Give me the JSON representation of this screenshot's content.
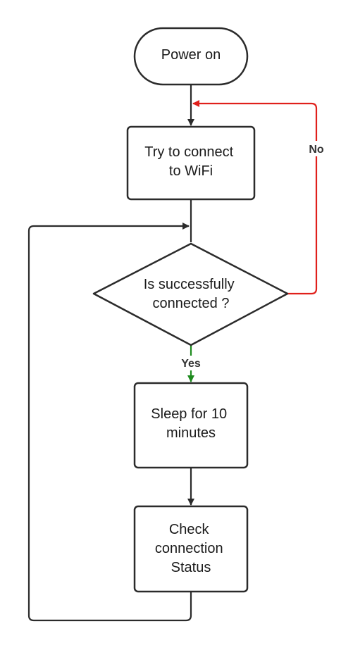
{
  "colors": {
    "stroke": "#2b2b2b",
    "no_edge": "#e0201b",
    "yes_edge": "#1e8a1e",
    "node_fill": "#ffffff",
    "text": "#1a1a1a"
  },
  "nodes": {
    "start": {
      "shape": "terminator",
      "lines": [
        "Power on"
      ]
    },
    "connect": {
      "shape": "process",
      "lines": [
        "Try to connect",
        "to WiFi"
      ]
    },
    "decision": {
      "shape": "decision",
      "lines": [
        "Is successfully",
        "connected ?"
      ]
    },
    "sleep": {
      "shape": "process",
      "lines": [
        "Sleep for 10",
        "minutes"
      ]
    },
    "check": {
      "shape": "process",
      "lines": [
        "Check",
        "connection",
        "Status"
      ]
    }
  },
  "edges": {
    "no_label": "No",
    "yes_label": "Yes"
  }
}
